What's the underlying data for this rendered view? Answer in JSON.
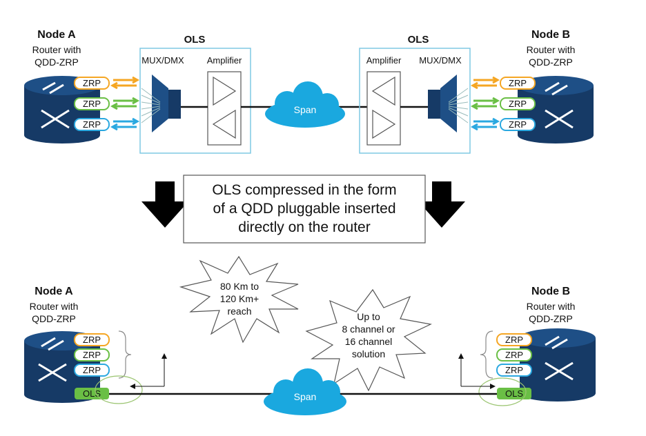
{
  "colors": {
    "router_dark": "#163a66",
    "router_mid": "#1e4f86",
    "cloud": "#1aa8df",
    "ols_border": "#7ec8e3",
    "zrp_orange": "#f5a623",
    "zrp_green": "#6abf45",
    "zrp_blue": "#2aa8e0",
    "ols_module": "#6abf45"
  },
  "top": {
    "node_a": {
      "title": "Node A",
      "sub1": "Router with",
      "sub2": "QDD-ZRP"
    },
    "node_b": {
      "title": "Node B",
      "sub1": "Router with",
      "sub2": "QDD-ZRP"
    },
    "ols_left": {
      "title": "OLS",
      "mux": "MUX/DMX",
      "amp": "Amplifier"
    },
    "ols_right": {
      "title": "OLS",
      "amp": "Amplifier",
      "mux": "MUX/DMX"
    },
    "span": "Span",
    "zrp_labels": [
      "ZRP",
      "ZRP",
      "ZRP"
    ]
  },
  "callout": {
    "line1": "OLS compressed in the form",
    "line2": "of a QDD pluggable inserted",
    "line3": "directly on the router"
  },
  "bottom": {
    "node_a": {
      "title": "Node A",
      "sub1": "Router with",
      "sub2": "QDD-ZRP"
    },
    "node_b": {
      "title": "Node B",
      "sub1": "Router with",
      "sub2": "QDD-ZRP"
    },
    "span": "Span",
    "zrp_labels": [
      "ZRP",
      "ZRP",
      "ZRP"
    ],
    "ols_label": "OLS",
    "burst1": {
      "l1": "80 Km to",
      "l2": "120 Km+",
      "l3": "reach"
    },
    "burst2": {
      "l1": "Up to",
      "l2": "8 channel or",
      "l3": "16 channel",
      "l4": "solution"
    }
  }
}
